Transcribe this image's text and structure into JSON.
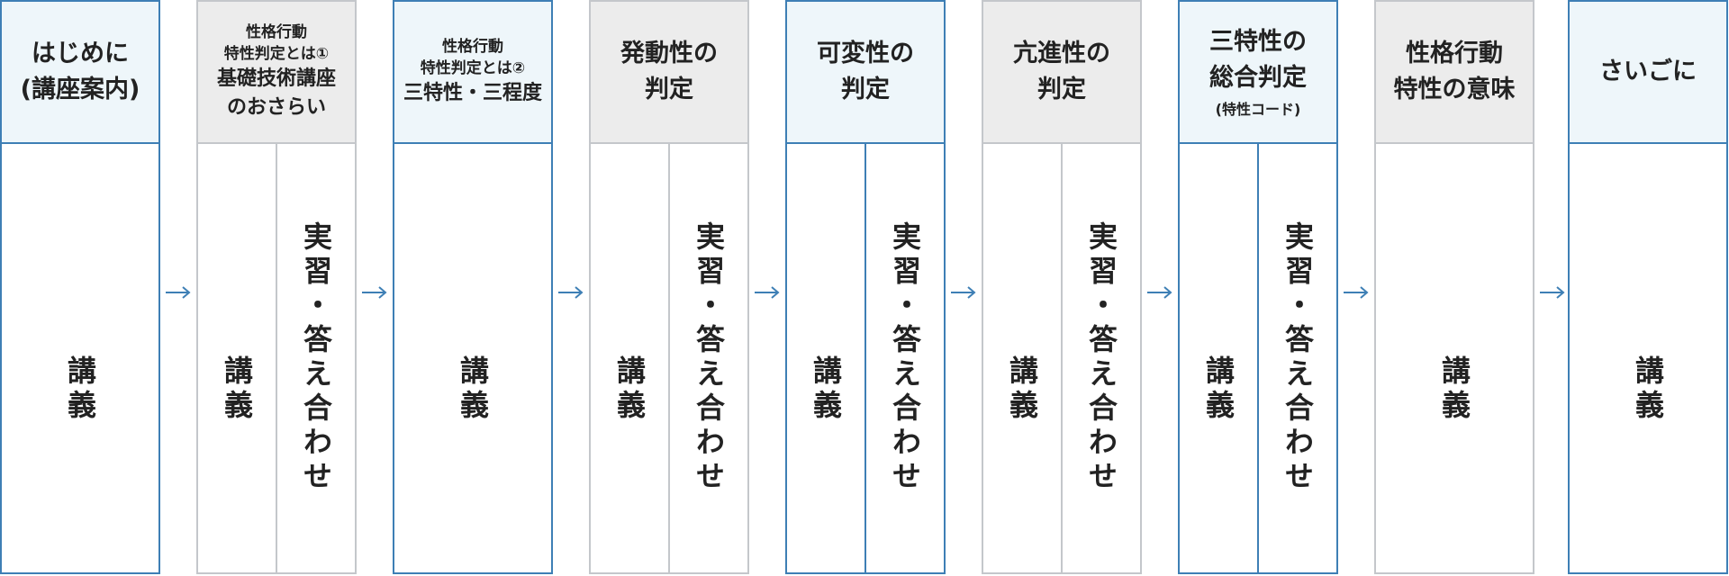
{
  "colors": {
    "blue_border": "#3e7fb5",
    "blue_header_bg": "#eef6fa",
    "gray_border": "#c4c7cb",
    "gray_header_bg": "#ececec",
    "arrow": "#3e7fb5"
  },
  "steps": [
    {
      "title": [
        "はじめに",
        "(講座案内)"
      ],
      "cols": [
        "講義"
      ]
    },
    {
      "small": [
        "性格行動",
        "特性判定とは①"
      ],
      "title": [
        "基礎技術講座",
        "のおさらい"
      ],
      "cols": [
        "講義",
        "実習・答え合わせ"
      ]
    },
    {
      "small": [
        "性格行動",
        "特性判定とは②"
      ],
      "title": [
        "三特性・三程度"
      ],
      "cols": [
        "講義"
      ]
    },
    {
      "title": [
        "発動性の",
        "判定"
      ],
      "cols": [
        "講義",
        "実習・答え合わせ"
      ]
    },
    {
      "title": [
        "可変性の",
        "判定"
      ],
      "cols": [
        "講義",
        "実習・答え合わせ"
      ]
    },
    {
      "title": [
        "亢進性の",
        "判定"
      ],
      "cols": [
        "講義",
        "実習・答え合わせ"
      ]
    },
    {
      "title": [
        "三特性の",
        "総合判定"
      ],
      "note": "(特性コード)",
      "cols": [
        "講義",
        "実習・答え合わせ"
      ]
    },
    {
      "title": [
        "性格行動",
        "特性の意味"
      ],
      "cols": [
        "講義"
      ]
    },
    {
      "title": [
        "さいごに"
      ],
      "cols": [
        "講義"
      ]
    }
  ]
}
